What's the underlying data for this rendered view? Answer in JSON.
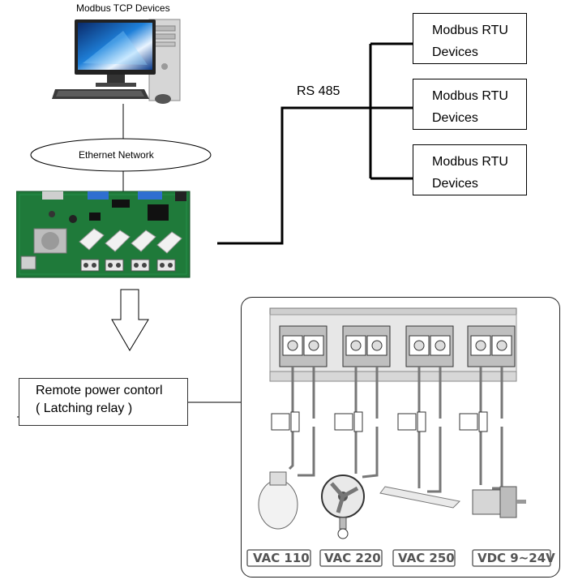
{
  "diagram": {
    "tcp_title": "Modbus TCP Devices",
    "ethernet_label": "Ethernet Network",
    "rs485_label": "RS 485",
    "rtu_devices": [
      {
        "line1": "Modbus RTU",
        "line2": "Devices"
      },
      {
        "line1": "Modbus RTU",
        "line2": "Devices"
      },
      {
        "line1": "Modbus RTU",
        "line2": "Devices"
      }
    ],
    "remote": {
      "line1": "Remote power contorl",
      "line2": "( Latching relay )"
    },
    "loads": [
      "VAC 110",
      "VAC 220",
      "VAC 250",
      "VDC 9~24V"
    ]
  }
}
